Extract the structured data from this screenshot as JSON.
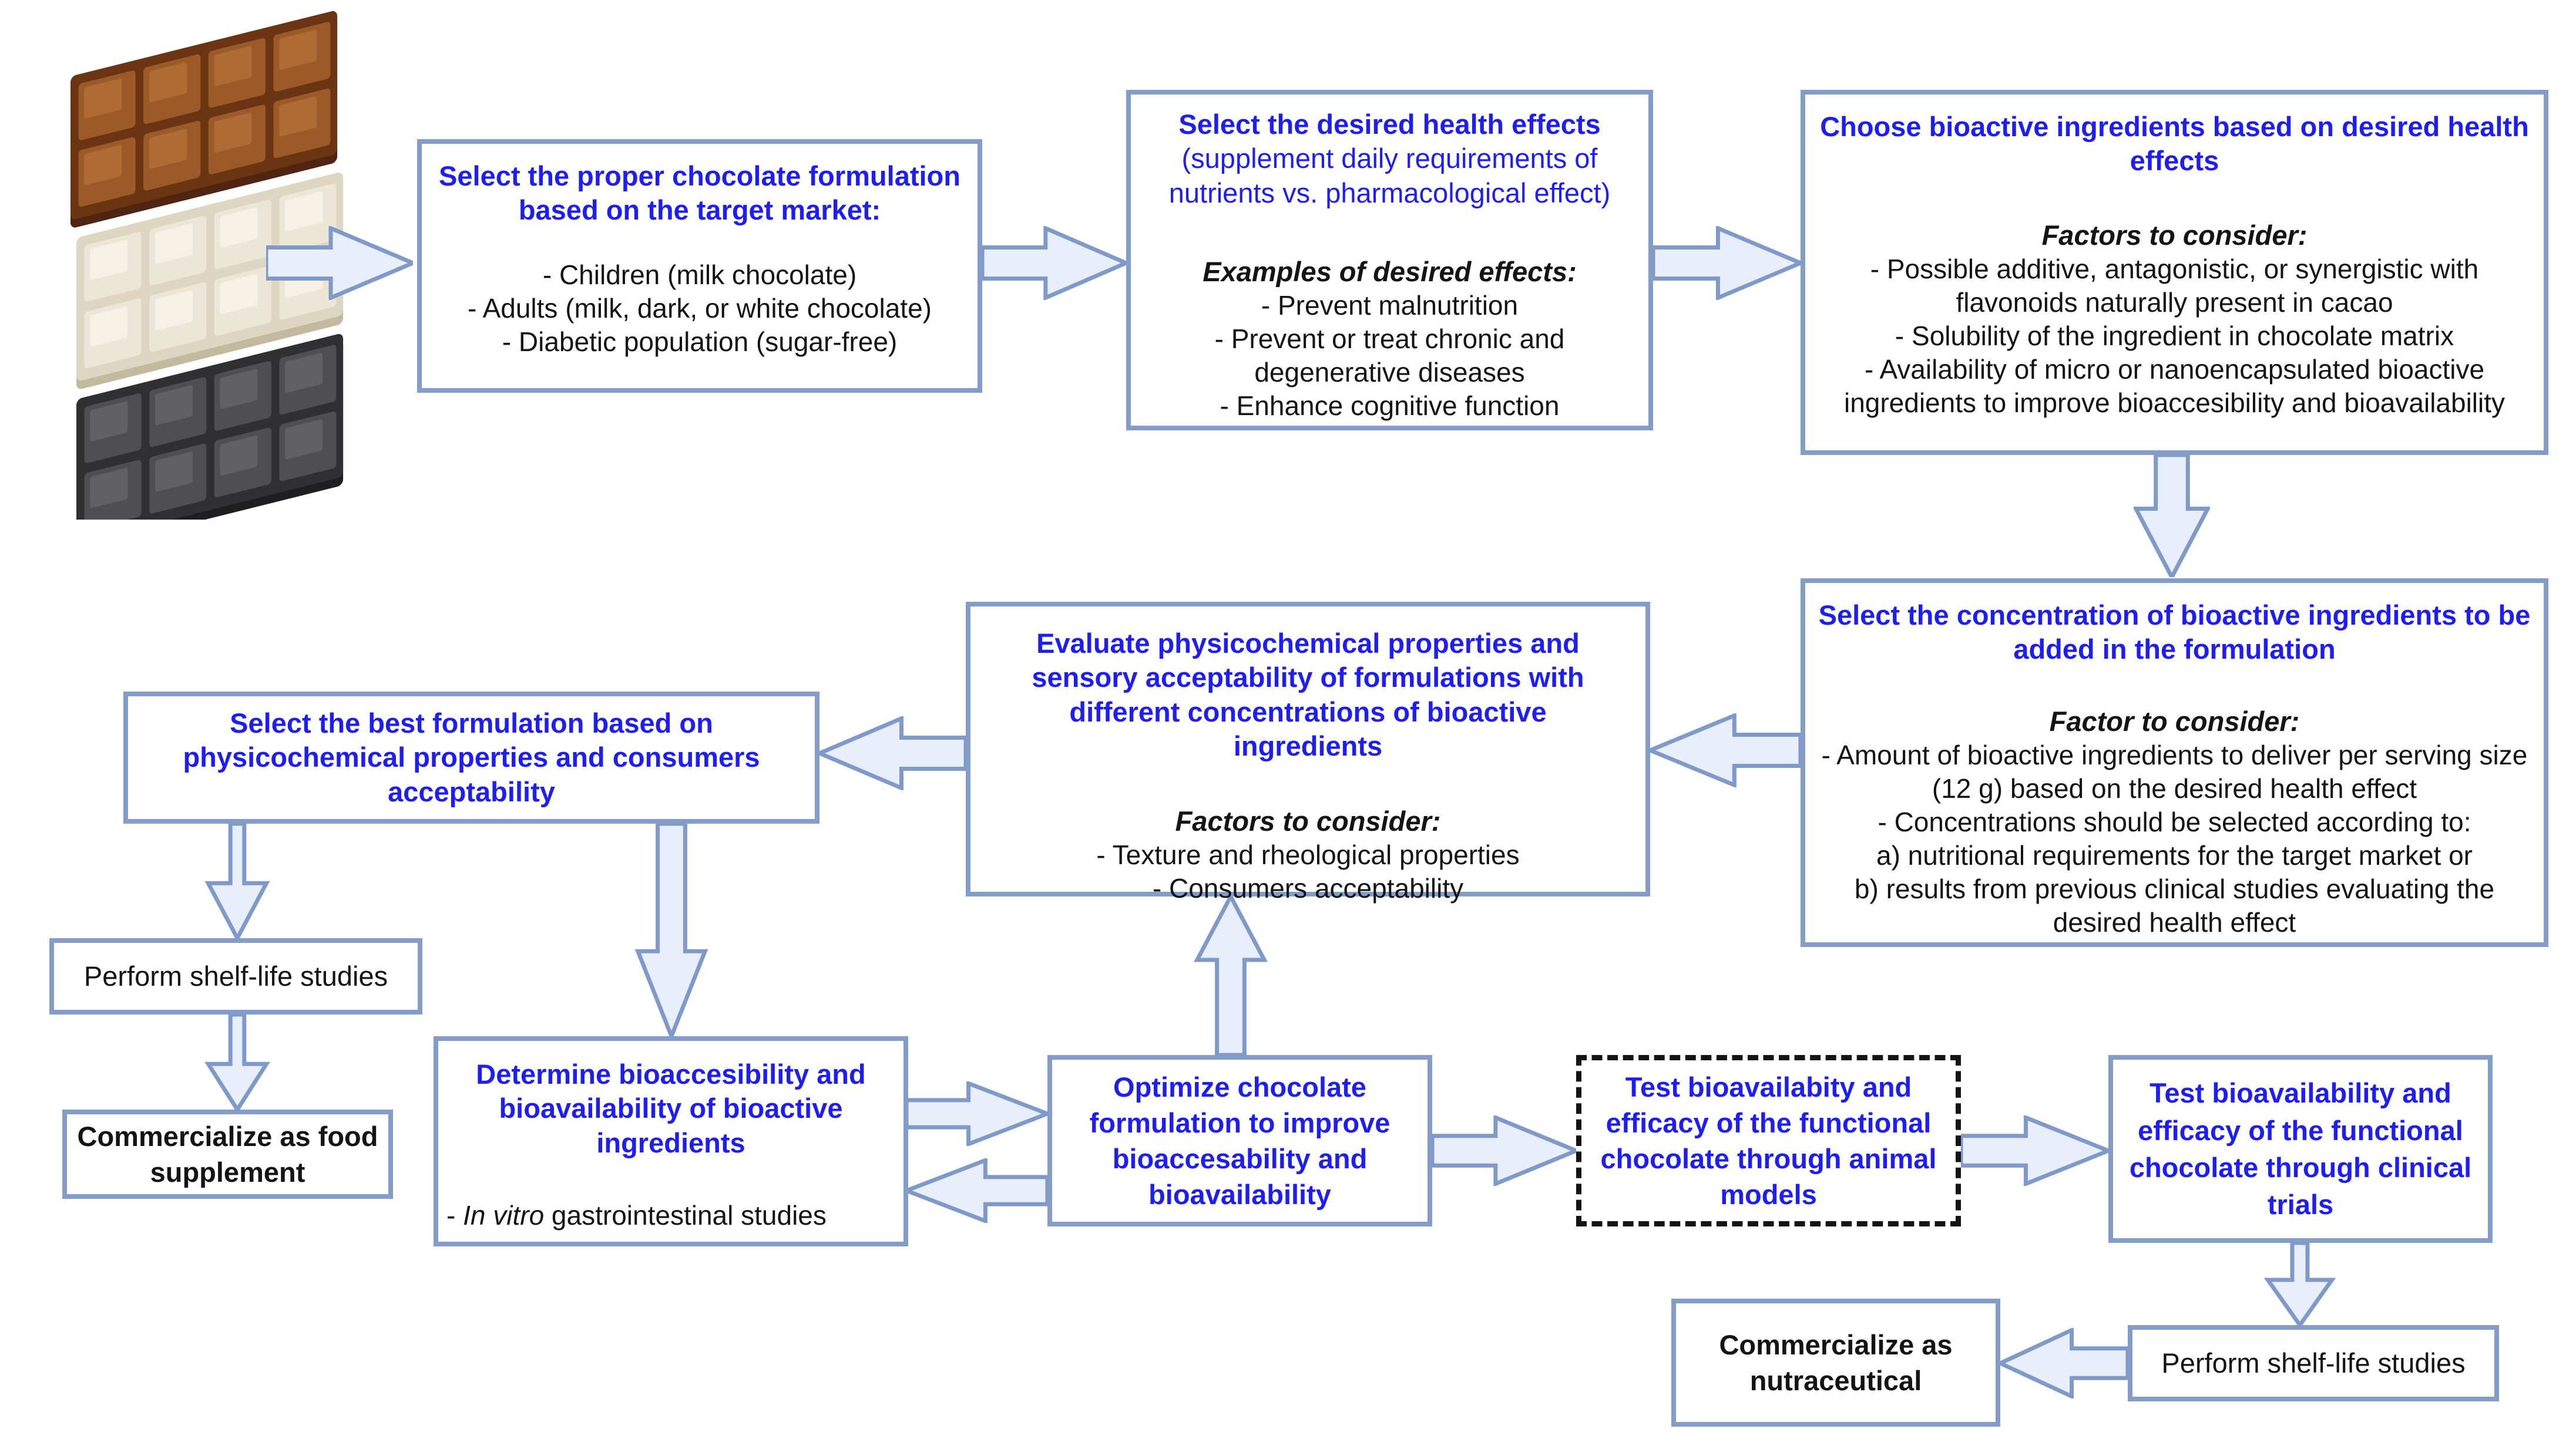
{
  "figure": {
    "description_title": "Functional chocolate development flowchart"
  },
  "palette": {
    "box_border": "#839cc8",
    "arrow_fill": "#e9effa",
    "arrow_stroke": "#7f9ac9",
    "heading_blue": "#1e1ef0",
    "text_black": "#141414",
    "dashed_border": "#141414",
    "bg": "#ffffff",
    "choc_milk_base": "#6b3413",
    "choc_milk_sq": "#9b5a28",
    "choc_milk_hi": "#b06a33",
    "choc_white_base": "#ddd6c2",
    "choc_white_sq": "#ece6d6",
    "choc_white_hi": "#f6f1e4",
    "choc_dark_base": "#303032",
    "choc_dark_sq": "#4f4f52",
    "choc_dark_hi": "#606065"
  },
  "illustrations": {
    "bars": [
      {
        "name": "milk-chocolate-bar"
      },
      {
        "name": "white-chocolate-bar"
      },
      {
        "name": "dark-chocolate-bar"
      }
    ]
  },
  "boxes": {
    "target_market": {
      "title": "Select the proper chocolate formulation based on the target market:",
      "items": [
        "- Children (milk chocolate)",
        "- Adults (milk, dark, or white chocolate)",
        "- Diabetic population (sugar-free)"
      ]
    },
    "health_effects": {
      "title": "Select the desired health effects",
      "subtitle": "(supplement daily requirements of nutrients  vs. pharmacological effect)",
      "section_label": "Examples of desired effects:",
      "items": [
        "-  Prevent malnutrition",
        "- Prevent or treat chronic and degenerative diseases",
        "- Enhance cognitive function"
      ]
    },
    "choose_bioactive": {
      "title": "Choose bioactive ingredients based on desired health effects",
      "section_label": "Factors to consider:",
      "items": [
        "- Possible additive, antagonistic, or synergistic with flavonoids naturally present in cacao",
        "- Solubility of the ingredient in chocolate matrix",
        "- Availability of micro or nanoencapsulated bioactive ingredients to improve bioaccesibility and bioavailability"
      ]
    },
    "concentration": {
      "title": "Select the concentration of bioactive ingredients to be added in the formulation",
      "section_label": "Factor to consider:",
      "items": [
        "- Amount of bioactive ingredients to deliver per serving size (12 g) based on the desired health effect",
        "- Concentrations should be selected according to:",
        "a) nutritional requirements for the target market or",
        "b) results from previous clinical studies evaluating the desired health effect"
      ]
    },
    "evaluate": {
      "title": "Evaluate physicochemical properties and sensory acceptability of formulations with different concentrations of bioactive ingredients",
      "section_label": "Factors to consider:",
      "items": [
        "- Texture and rheological properties",
        "- Consumers acceptability"
      ]
    },
    "best_formulation": {
      "title": "Select the best formulation based on physicochemical properties and consumers acceptability"
    },
    "shelf_life_left": {
      "label": "Perform shelf-life studies"
    },
    "commercialize_food": {
      "label": "Commercialize as food supplement"
    },
    "determine": {
      "title": "Determine bioaccesibility and bioavailability of bioactive ingredients",
      "item_prefix": "- ",
      "item_italic": "In vitro",
      "item_rest": " gastrointestinal studies"
    },
    "optimize": {
      "title": "Optimize chocolate formulation to improve bioaccesability and bioavailability"
    },
    "animal_models": {
      "title": "Test bioavailabity and efficacy of the functional chocolate through animal models"
    },
    "clinical_trials": {
      "title": "Test bioavailability and efficacy of the functional chocolate through clinical trials"
    },
    "shelf_life_right": {
      "label": "Perform shelf-life studies"
    },
    "commercialize_nutraceutical": {
      "label": "Commercialize as nutraceutical"
    }
  }
}
